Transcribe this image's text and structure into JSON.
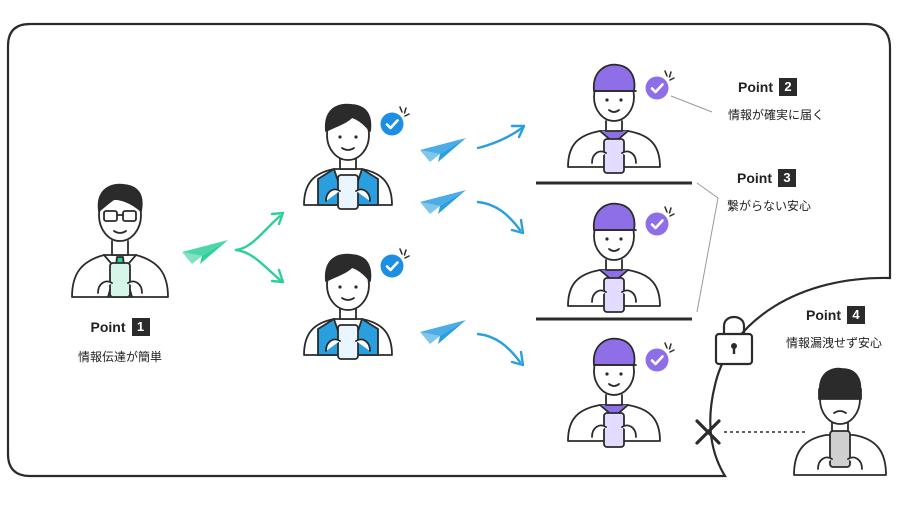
{
  "points": [
    {
      "word": "Point",
      "number": "1",
      "text": "情報伝達が簡単"
    },
    {
      "word": "Point",
      "number": "2",
      "text": "情報が確実に届く"
    },
    {
      "word": "Point",
      "number": "3",
      "text": "繋がらない安心"
    },
    {
      "word": "Point",
      "number": "4",
      "text": "情報漏洩せず安心"
    }
  ],
  "icons": {
    "sender": "teacher-with-phone-icon",
    "relay": "staff-with-phone-icon",
    "receiver": "worker-with-cap-and-phone-icon",
    "outsider": "masked-person-with-phone-icon",
    "check": "check-badge-icon",
    "plane": "paper-plane-icon",
    "lock": "lock-icon",
    "block": "cross-mark-icon"
  },
  "colors": {
    "outline": "#2b2b2b",
    "green": "#2ecf9b",
    "blue": "#2a9fe0",
    "blue_check": "#1c8ee3",
    "purple": "#8f6fe8",
    "phone_green": "#d6f6ea",
    "phone_purple": "#e4dcff"
  }
}
